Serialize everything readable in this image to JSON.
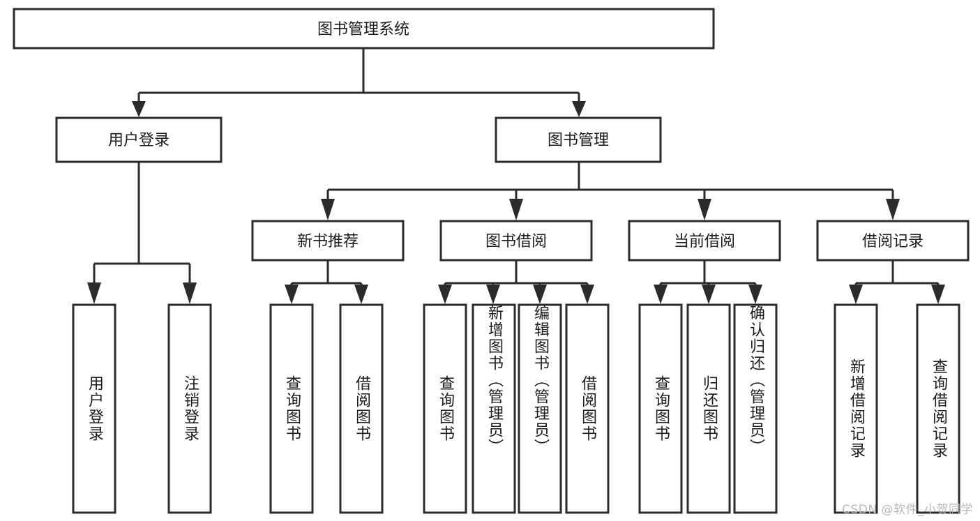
{
  "diagram": {
    "type": "tree",
    "title": "图书管理系统",
    "orientation": "top-down",
    "colors": {
      "box_stroke": "#2b2b2b",
      "box_fill": "#ffffff",
      "connector": "#2b2b2b",
      "text": "#1b1b1b",
      "background": "#ffffff",
      "watermark": "#b9b9b9"
    },
    "root": {
      "label": "图书管理系统"
    },
    "level2": [
      {
        "label": "用户登录"
      },
      {
        "label": "图书管理"
      }
    ],
    "level3": [
      {
        "label": "新书推荐"
      },
      {
        "label": "图书借阅"
      },
      {
        "label": "当前借阅"
      },
      {
        "label": "借阅记录"
      }
    ],
    "leaves": {
      "user_login": [
        {
          "label": "用户登录"
        },
        {
          "label": "注销登录"
        }
      ],
      "new_book_recommend": [
        {
          "label": "查询图书"
        },
        {
          "label": "借阅图书"
        }
      ],
      "book_borrow": [
        {
          "label": "查询图书"
        },
        {
          "label": "新增图书（管理员）"
        },
        {
          "label": "编辑图书（管理员）"
        },
        {
          "label": "借阅图书"
        }
      ],
      "current_borrow": [
        {
          "label": "查询图书"
        },
        {
          "label": "归还图书"
        },
        {
          "label": "确认归还（管理员）"
        }
      ],
      "borrow_record": [
        {
          "label": "新增借阅记录"
        },
        {
          "label": "查询借阅记录"
        }
      ]
    }
  },
  "watermark": {
    "text": "CSDN @软件_小贺同学"
  }
}
